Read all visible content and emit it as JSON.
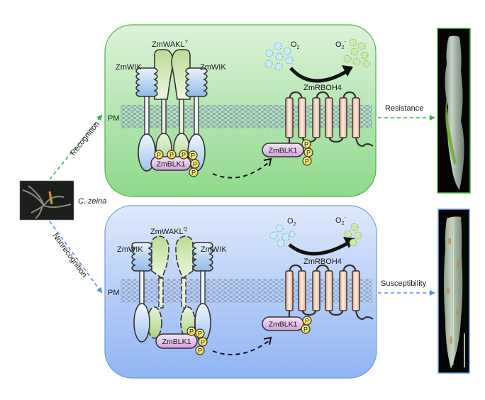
{
  "pathogen": {
    "label": "C. zeina"
  },
  "pathways": [
    {
      "id": "recognition",
      "arrow_label": "Recognition",
      "outcome_label": "Resistance",
      "color": "#3db34a",
      "panel_fill_top": "#d6f0d3",
      "panel_fill_bottom": "#8ed88a",
      "panel_border": "#4fb04a",
      "receptor_label": "ZmWAKL",
      "receptor_superscript": "Y",
      "coreceptor_label": "ZmWIK",
      "membrane_label": "PM",
      "kinase_label": "ZmBLK1",
      "oxidase_label": "ZmRBOH4",
      "substrate_label": "O",
      "substrate_subscript": "2",
      "product_label": "O",
      "product_subscript": "2",
      "product_superscript": "-",
      "phospho_label": "P",
      "leaf_description": "resistant maize leaf"
    },
    {
      "id": "nonrecognition",
      "arrow_label": "Nonrecognition",
      "outcome_label": "Susceptibility",
      "color": "#5b8fe6",
      "panel_fill_top": "#dbe6fb",
      "panel_fill_bottom": "#93b6f3",
      "panel_border": "#6f9ae0",
      "receptor_label": "ZmWAKL",
      "receptor_superscript": "Q",
      "coreceptor_label": "ZmWIK",
      "membrane_label": "PM",
      "kinase_label": "ZmBLK1",
      "oxidase_label": "ZmRBOH4",
      "substrate_label": "O",
      "substrate_subscript": "2",
      "product_label": "O",
      "product_subscript": "2",
      "product_superscript": "-",
      "phospho_label": "P",
      "leaf_description": "susceptible maize leaf with lesions"
    }
  ]
}
